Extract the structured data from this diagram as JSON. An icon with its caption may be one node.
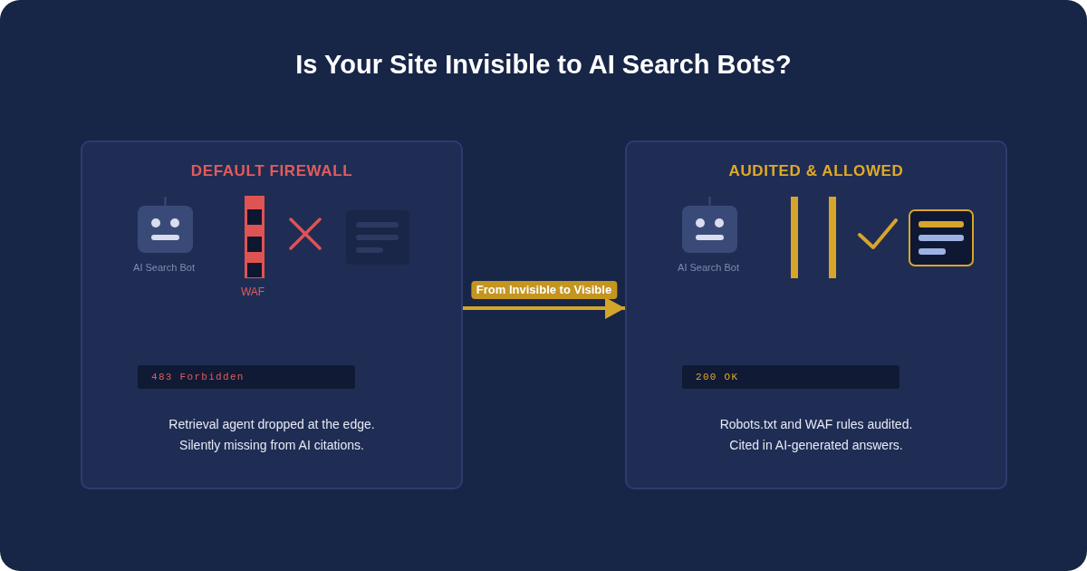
{
  "diagram": {
    "title": "Is Your Site Invisible to AI Search Bots?",
    "nodes": [
      {
        "text": [
          "DEFAULT FIREWALL",
          "Retrieval agent dropped at the edge. Silently missing from AI citations."
        ]
      },
      {
        "text": [
          "483 Forbidden"
        ],
        "in": 0
      },
      {
        "text": [
          "AUDITED & ALLOWED",
          "Robots.txt and WAF rules audited. Cited in AI-generated answers."
        ]
      },
      {
        "text": [
          "200 OK"
        ],
        "in": 2
      }
    ],
    "edges": [
      {
        "from": 0,
        "to": 2,
        "arrow": "to",
        "label": "From Invisible to Visible"
      }
    ],
    "labels": [
      "AI Search Bot",
      "WAF",
      "AI Search Bot"
    ]
  }
}
